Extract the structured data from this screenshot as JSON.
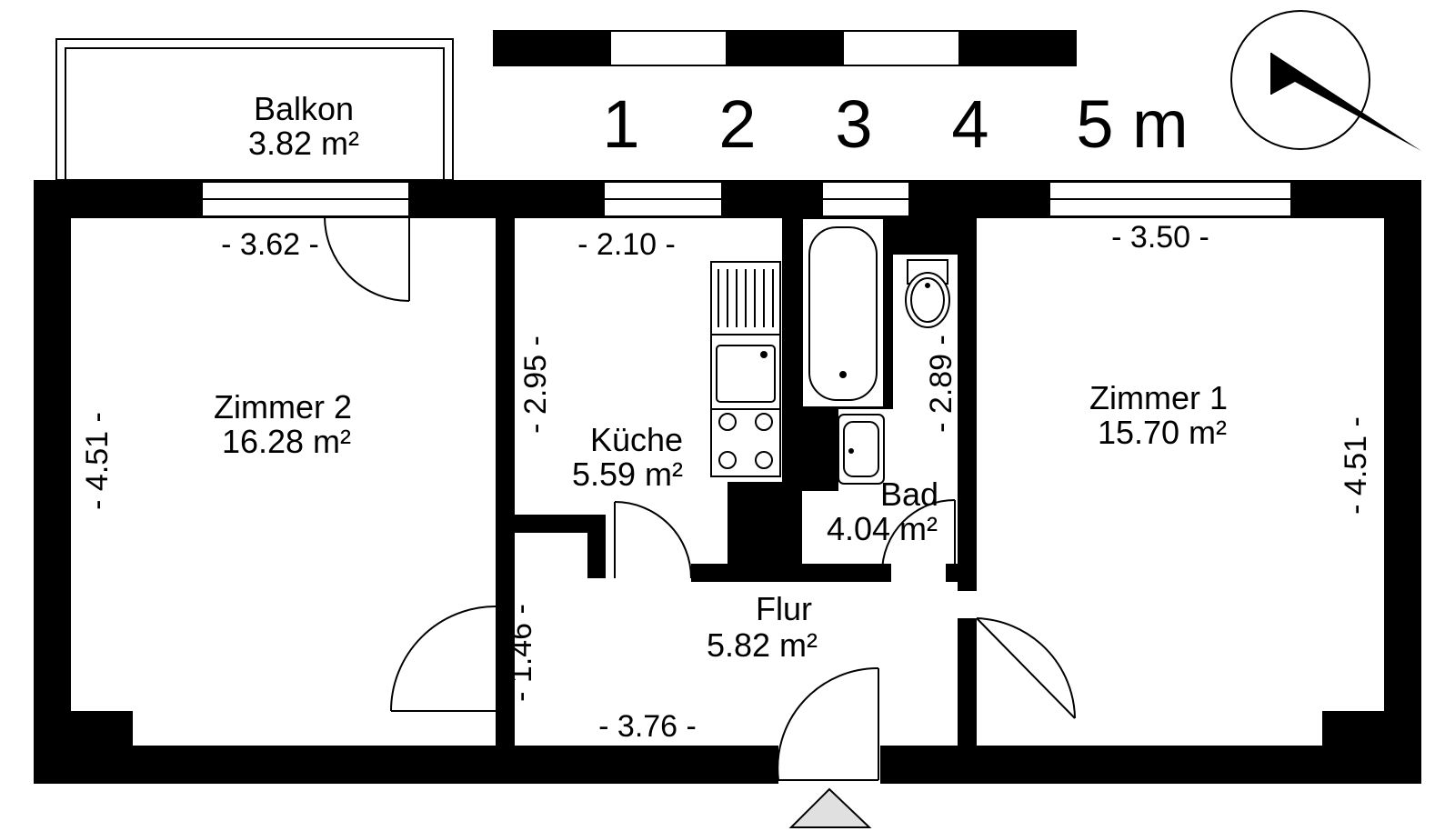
{
  "rooms": {
    "balkon": {
      "name": "Balkon",
      "area": "3.82 m²"
    },
    "zimmer2": {
      "name": "Zimmer 2",
      "area": "16.28 m²"
    },
    "kueche": {
      "name": "Küche",
      "area": "5.59 m²"
    },
    "bad": {
      "name": "Bad",
      "area": "4.04 m²"
    },
    "zimmer1": {
      "name": "Zimmer 1",
      "area": "15.70 m²"
    },
    "flur": {
      "name": "Flur",
      "area": "5.82 m²"
    }
  },
  "dimensions": {
    "zimmer2_width": "- 3.62 -",
    "zimmer2_height": "- 4.51 -",
    "kueche_width": "- 2.10 -",
    "kueche_height": "- 2.95 -",
    "bad_height": "- 2.89 -",
    "zimmer1_width": "- 3.50 -",
    "zimmer1_height": "- 4.51 -",
    "flur_width": "- 3.76 -",
    "flur_height": "- 1.46 -"
  },
  "scale_bar": {
    "labels": [
      "1",
      "2",
      "3",
      "4",
      "5 m"
    ]
  },
  "colors": {
    "wall": "#000000",
    "background": "#ffffff",
    "entrance_marker": "#e0e0e0"
  }
}
